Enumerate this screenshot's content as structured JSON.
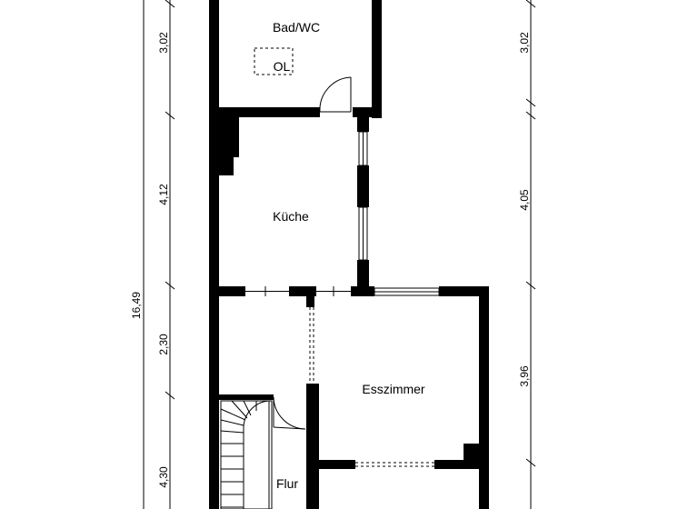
{
  "rooms": {
    "bad_wc": "Bad/WC",
    "ol": "OL",
    "kueche": "Küche",
    "esszimmer": "Esszimmer",
    "flur": "Flur"
  },
  "dimensions": {
    "total_height": "16,49",
    "left": [
      "3,02",
      "4,12",
      "2,30",
      "4,30"
    ],
    "right": [
      "3,02",
      "4,05",
      "3,96"
    ]
  },
  "colors": {
    "walls": "#000000",
    "background": "#ffffff"
  }
}
